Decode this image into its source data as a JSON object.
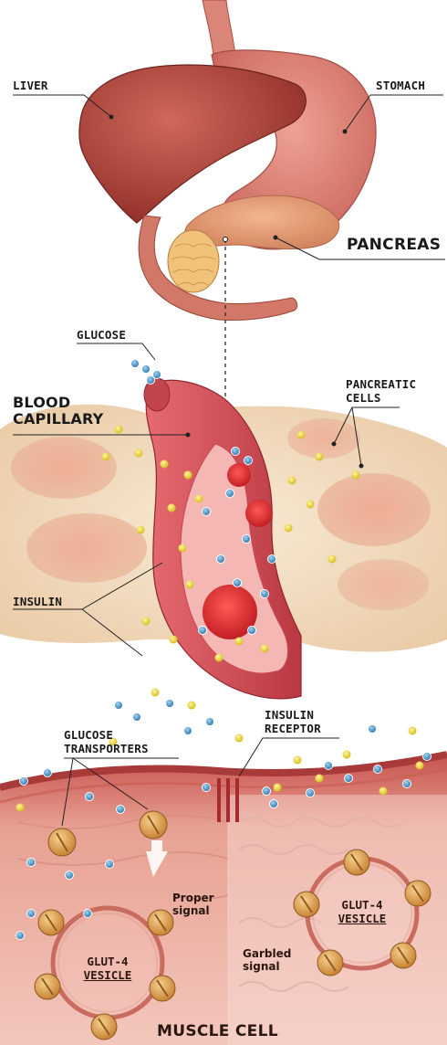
{
  "labels": {
    "liver": "LIVER",
    "stomach": "STOMACH",
    "pancreas": "PANCREAS",
    "glucose": "GLUCOSE",
    "blood_capillary": [
      "BLOOD",
      "CAPILLARY"
    ],
    "pancreatic_cells": [
      "PANCREATIC",
      "CELLS"
    ],
    "insulin": "INSULIN",
    "glucose_transporters": [
      "GLUCOSE",
      "TRANSPORTERS"
    ],
    "insulin_receptor": [
      "INSULIN",
      "RECEPTOR"
    ],
    "proper_signal": [
      "Proper",
      "signal"
    ],
    "garbled_signal": [
      "Garbled",
      "signal"
    ],
    "glut4_left": [
      "GLUT-4",
      "VESICLE"
    ],
    "glut4_right": [
      "GLUT-4",
      "VESICLE"
    ],
    "muscle_cell": "MUSCLE CELL"
  },
  "colors": {
    "organ_red": "#b5453b",
    "pancreas_tan": "#e7a07a",
    "capillary_red": "#d4525a",
    "tissue_beige": "#f3dfc2",
    "insulin_yellow": "#e8d63a",
    "glucose_blue": "#3a8ec4",
    "muscle_pink": "#e7a79a",
    "transporter_orange": "#e3a35a"
  }
}
